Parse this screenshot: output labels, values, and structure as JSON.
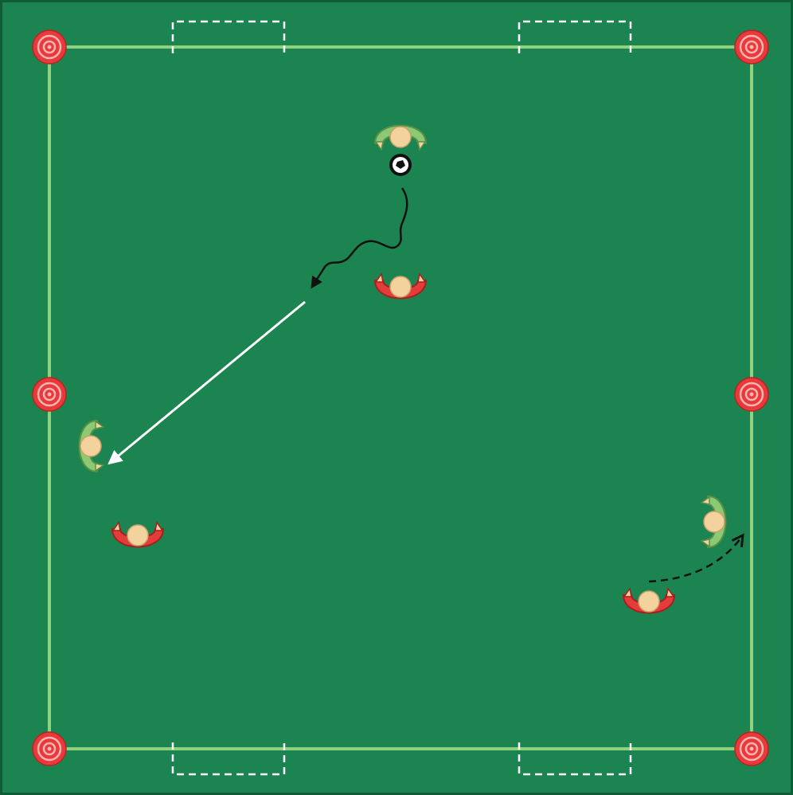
{
  "diagram": {
    "kind": "soccer-drill",
    "colors": {
      "pitch": "#1c8450",
      "frame": "#0f5c37",
      "lines": "#8fd27d",
      "goal_markings": "#ffffff",
      "cone_red": "#e83a3a",
      "team_green": "#8cc974",
      "team_red": "#e43b3b",
      "skin": "#f3d29e",
      "dribble_arrow": "#111111",
      "pass_arrow": "#ffffff",
      "run_arrow": "#111111"
    },
    "cones": [
      {
        "id": "top-left"
      },
      {
        "id": "top-right"
      },
      {
        "id": "mid-left"
      },
      {
        "id": "mid-right"
      },
      {
        "id": "bottom-left"
      },
      {
        "id": "bottom-right"
      }
    ],
    "mini_goals": [
      {
        "id": "top-left"
      },
      {
        "id": "top-right"
      },
      {
        "id": "bottom-left"
      },
      {
        "id": "bottom-right"
      }
    ],
    "players": [
      {
        "id": "attacker-1",
        "team": "green",
        "facing": "down",
        "has_ball": true
      },
      {
        "id": "defender-1",
        "team": "red",
        "facing": "up"
      },
      {
        "id": "attacker-2",
        "team": "green",
        "facing": "right"
      },
      {
        "id": "defender-2",
        "team": "red",
        "facing": "up"
      },
      {
        "id": "attacker-3",
        "team": "green",
        "facing": "left"
      },
      {
        "id": "defender-3",
        "team": "red",
        "facing": "up"
      }
    ],
    "actions": [
      {
        "id": "dribble",
        "type": "dribble",
        "style": "wavy-solid"
      },
      {
        "id": "pass",
        "type": "pass",
        "style": "straight-solid"
      },
      {
        "id": "run",
        "type": "run",
        "style": "curved-dashed"
      }
    ],
    "legend": null
  }
}
